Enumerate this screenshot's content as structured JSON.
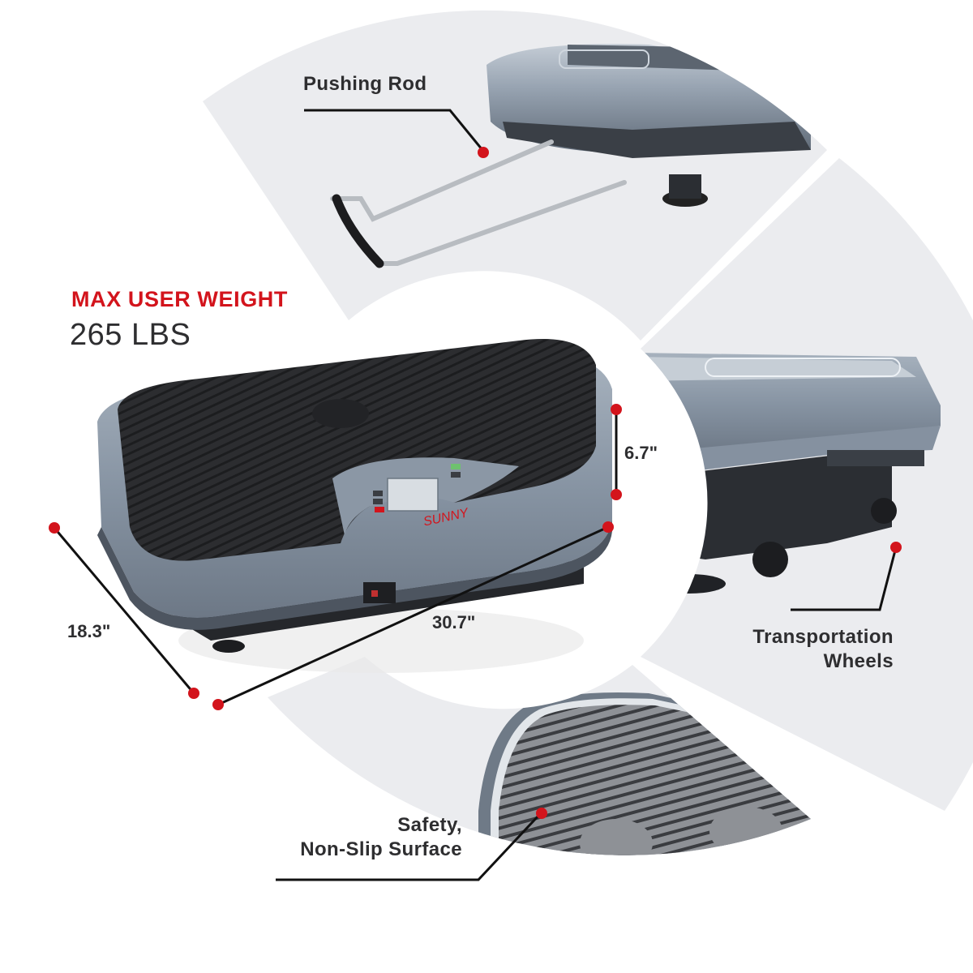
{
  "theme": {
    "accent_red": "#d3141c",
    "text_dark": "#2e2e30",
    "wedge_gray": "#ebecef",
    "product_gray": "#8a97a6",
    "mat_black": "#2a2b2e",
    "background": "#ffffff"
  },
  "headline": {
    "label": "MAX USER WEIGHT",
    "value": "265 LBS"
  },
  "dimensions": {
    "depth": "18.3\"",
    "width": "30.7\"",
    "height": "6.7\""
  },
  "callouts": {
    "pushing_rod": "Pushing Rod",
    "wheels_line1": "Transportation",
    "wheels_line2": "Wheels",
    "surface_line1": "Safety,",
    "surface_line2": "Non-Slip Surface"
  },
  "product": {
    "brand": "SUNNY"
  }
}
